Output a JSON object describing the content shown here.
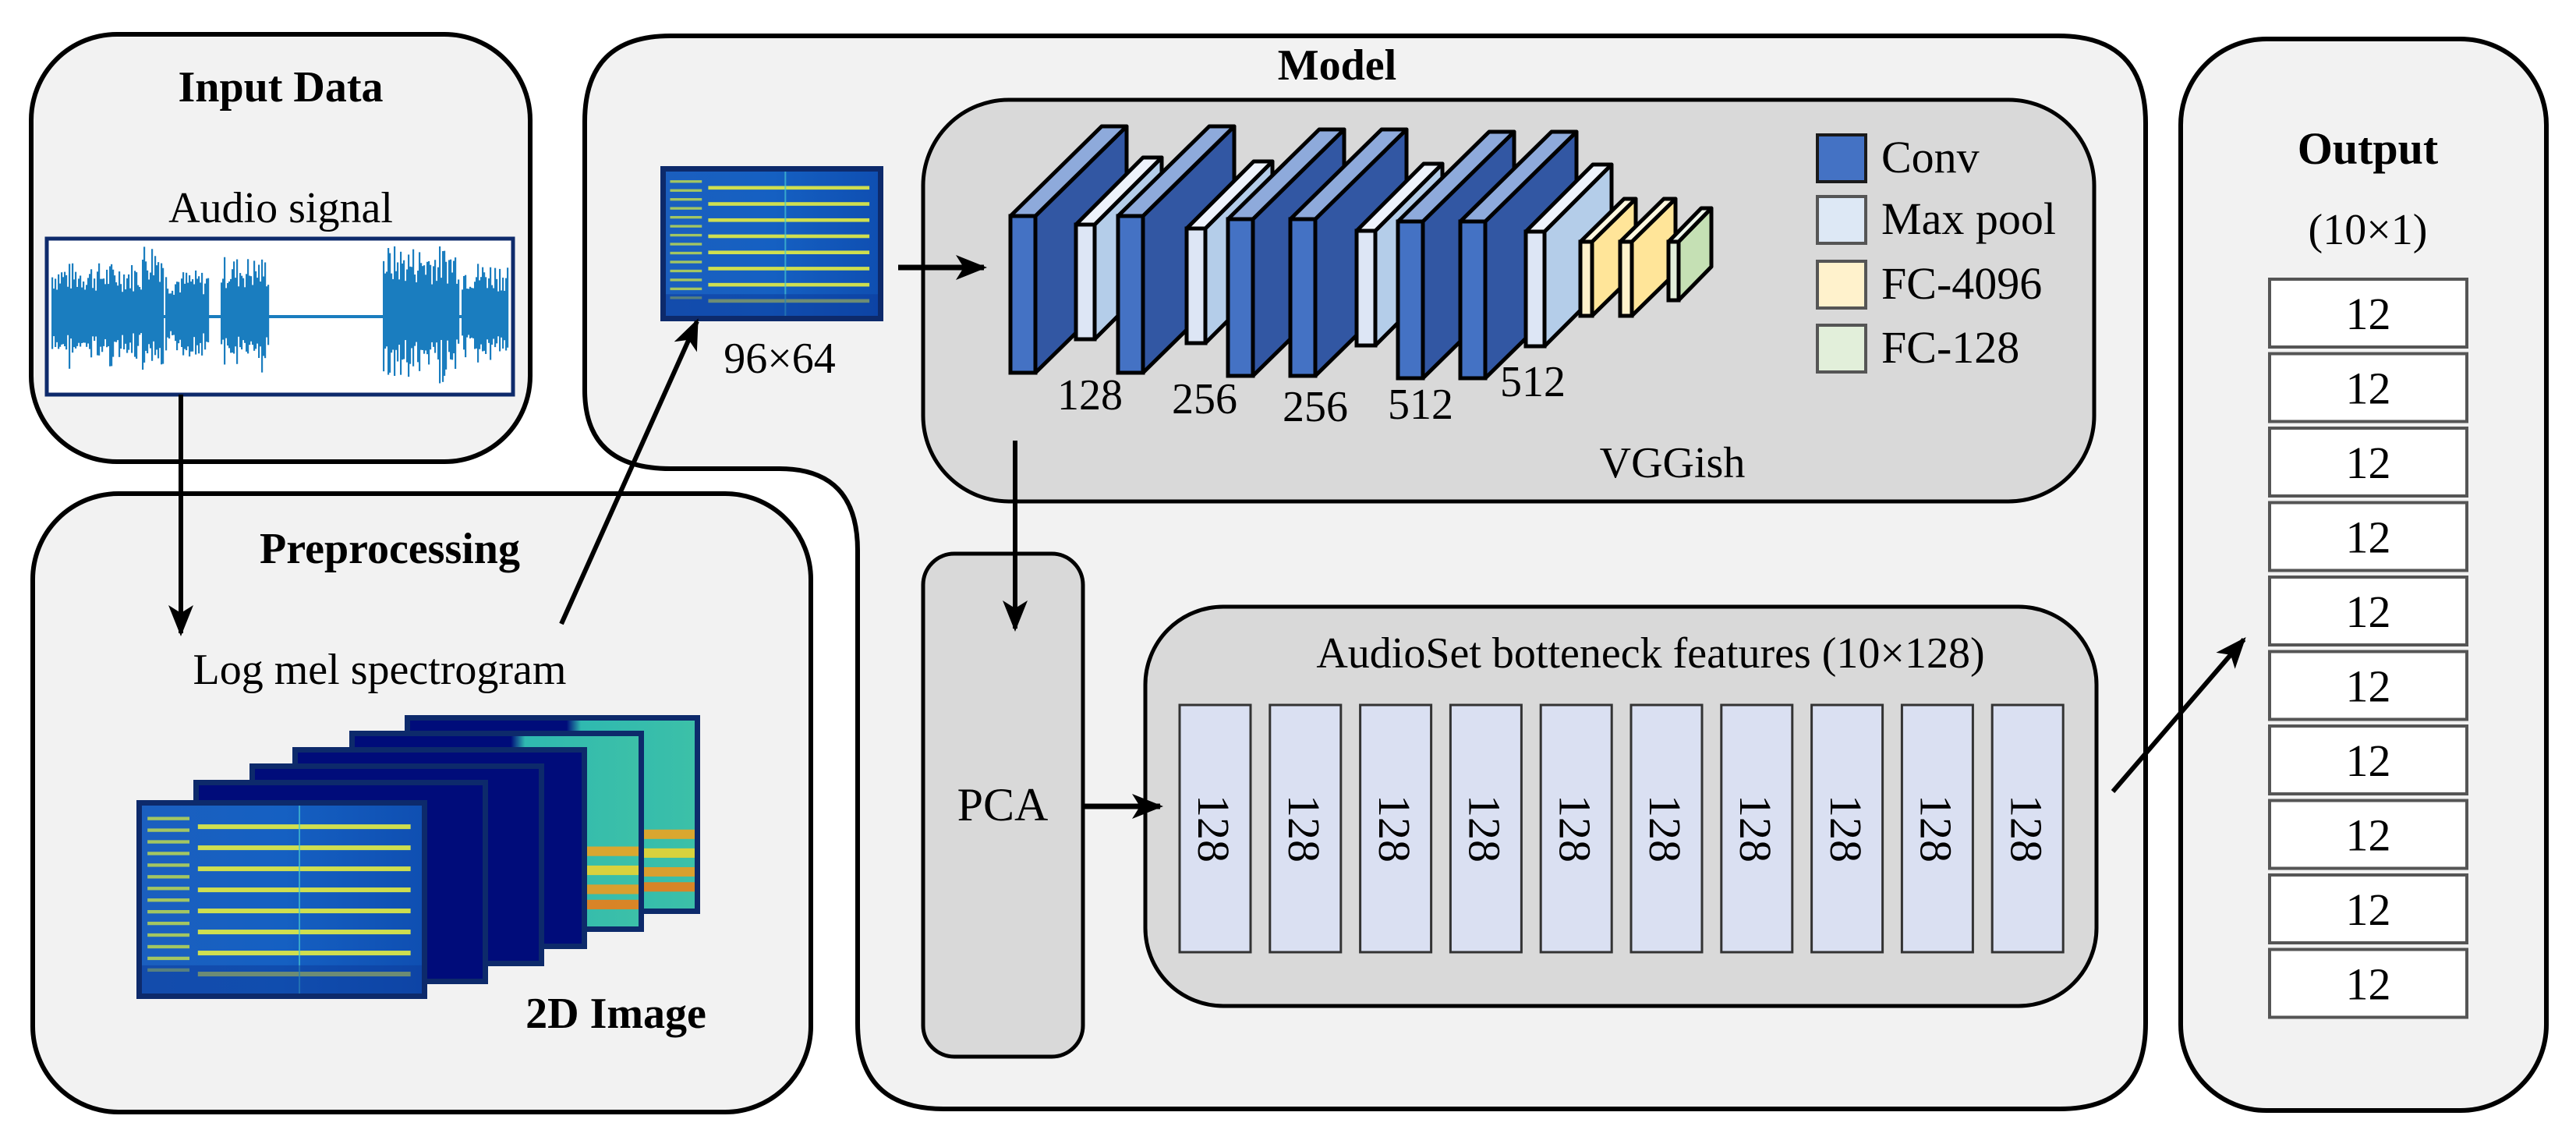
{
  "input_panel": {
    "title": "Input Data",
    "signal_label": "Audio signal",
    "waveform_icon": "audio-waveform-icon"
  },
  "preprocessing_panel": {
    "title": "Preprocessing",
    "spectrogram_label": "Log mel spectrogram",
    "image_label": "2D Image",
    "frame_count": 6
  },
  "model_panel": {
    "title": "Model",
    "input_size_label": "96×64",
    "vggish": {
      "name": "VGGish",
      "layers": [
        "conv",
        "pool",
        "conv",
        "pool",
        "conv",
        "conv",
        "pool",
        "conv",
        "conv",
        "pool",
        "fc4096",
        "fc4096",
        "fc128"
      ],
      "channel_labels": [
        "128",
        "256",
        "256",
        "512",
        "512"
      ],
      "legend": [
        {
          "key": "conv",
          "label": "Conv",
          "color": "#4472c4"
        },
        {
          "key": "pool",
          "label": "Max pool",
          "color": "#dde8f5"
        },
        {
          "key": "fc4096",
          "label": "FC-4096",
          "color": "#fff2cc"
        },
        {
          "key": "fc128",
          "label": "FC-128",
          "color": "#e2efda"
        }
      ]
    },
    "pca_label": "PCA",
    "features": {
      "title": "AudioSet botteneck features (10×128)",
      "cells": [
        "128",
        "128",
        "128",
        "128",
        "128",
        "128",
        "128",
        "128",
        "128",
        "128"
      ]
    }
  },
  "output_panel": {
    "title": "Output",
    "shape_label": "(10×1)",
    "values": [
      "12",
      "12",
      "12",
      "12",
      "12",
      "12",
      "12",
      "12",
      "12",
      "12"
    ]
  },
  "colors": {
    "panel_fill": "#f2f2f2",
    "inner_fill": "#d9d9d9",
    "stroke": "#000000",
    "waveform": "#1a7dbf",
    "frame_border": "#0d2a6b",
    "feature_cell": "#dae0f2",
    "conv_front": "#4472c4",
    "conv_side": "#3257a3",
    "conv_top": "#8eaadb",
    "pool_front": "#dde6f5",
    "pool_side": "#b4cde9",
    "pool_top": "#eef3fb",
    "fc4096_front": "#fff2cc",
    "fc4096_side": "#ffe599",
    "fc4096_top": "#fff8e0",
    "fc128_front": "#e2efda",
    "fc128_side": "#c5e0b4",
    "fc128_top": "#eef6ea"
  }
}
